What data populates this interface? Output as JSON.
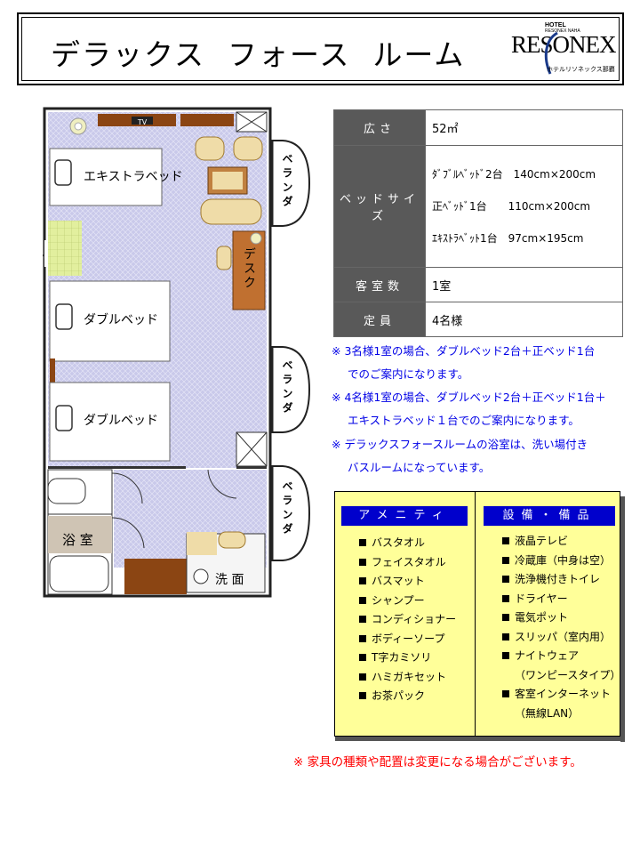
{
  "title": "デラックス  フォース  ルーム",
  "logo": {
    "hotel": "HOTEL",
    "sub": "RESONEX NAHA",
    "name": "RESONEX",
    "tagline": "ホテルリソネックス那覇"
  },
  "floorplan": {
    "tv": "TV",
    "extra_bed": "エキストラベッド",
    "double_bed_1": "ダブルベッド",
    "double_bed_2": "ダブルベッド",
    "desk": "デスク",
    "bath": "浴 室",
    "washroom": "洗 面",
    "veranda_1": "ベランダ",
    "veranda_2": "ベランダ",
    "veranda_3": "ベランダ"
  },
  "spec": {
    "area_label": "広さ",
    "area_value": "52㎡",
    "bed_label": "ベッドサイズ",
    "beds": [
      "ﾀﾞﾌﾞﾙﾍﾞｯﾄﾞ2台　140cm×200cm",
      "正ﾍﾞｯﾄﾞ1台　　110cm×200cm",
      "ｴｷｽﾄﾗﾍﾞｯﾄ1台　97cm×195cm"
    ],
    "rooms_label": "客室数",
    "rooms_value": "1室",
    "capacity_label": "定員",
    "capacity_value": "4名様"
  },
  "notes": [
    "※ 3名様1室の場合、ダブルベッド2台＋正ベッド1台",
    "でのご案内になります。",
    "※ 4名様1室の場合、ダブルベッド2台＋正ベッド1台＋",
    "エキストラベッド１台でのご案内になります。",
    "※ デラックスフォースルームの浴室は、洗い場付き",
    "バスルームになっています。"
  ],
  "amenities": {
    "heading": "アメニティ",
    "items": [
      "バスタオル",
      "フェイスタオル",
      "バスマット",
      "シャンプー",
      "コンディショナー",
      "ボディーソープ",
      "T字カミソリ",
      "ハミガキセット",
      "お茶パック"
    ]
  },
  "equipment": {
    "heading": "設備・備品",
    "items": [
      "液晶テレビ",
      "冷蔵庫（中身は空）",
      "洗浄機付きトイレ",
      "ドライヤー",
      "電気ポット",
      "スリッパ（室内用）",
      "ナイトウェア",
      "（ワンピースタイプ）",
      "客室インターネット",
      "（無線LAN）"
    ]
  },
  "footnote": "※ 家具の種類や配置は変更になる場合がございます。",
  "colors": {
    "note_blue": "#0000e6",
    "footnote_red": "#ff0000",
    "amenity_bg": "#ffff99",
    "header_blue": "#0000cc",
    "table_head": "#595959"
  }
}
